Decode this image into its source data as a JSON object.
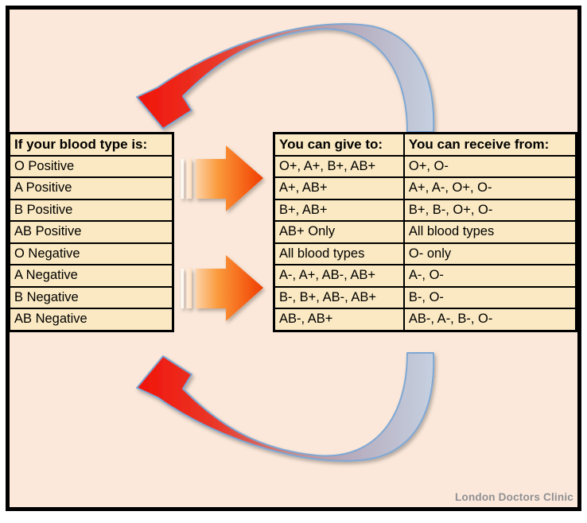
{
  "watermark": "London Doctors Clinic",
  "tables": {
    "left": {
      "header": "If your blood type is:",
      "rows": [
        "O Positive",
        "A Positive",
        "B Positive",
        "AB Positive",
        "O Negative",
        "A Negative",
        "B Negative",
        "AB Negative"
      ]
    },
    "right": {
      "give_header": "You can give to:",
      "receive_header": "You can receive from:",
      "rows": [
        {
          "give": "O+, A+, B+, AB+",
          "receive": "O+, O-"
        },
        {
          "give": "A+, AB+",
          "receive": "A+, A-, O+, O-"
        },
        {
          "give": "B+, AB+",
          "receive": "B+, B-, O+, O-"
        },
        {
          "give": "AB+ Only",
          "receive": "All blood types"
        },
        {
          "give": "All blood types",
          "receive": "O- only"
        },
        {
          "give": "A-, A+, AB-, AB+",
          "receive": "A-, O-"
        },
        {
          "give": "B-, B+, AB-, AB+",
          "receive": "B-, O-"
        },
        {
          "give": "AB-, AB+",
          "receive": "AB-, A-, B-, O-"
        }
      ]
    }
  },
  "icons": {
    "cycle_top": "curved-cycle-arrow-top",
    "cycle_bottom": "curved-cycle-arrow-bottom",
    "flow": "striped-right-arrow"
  },
  "colors": {
    "background": "#fbe8da",
    "cell_fill": "#fae9c2",
    "border": "#000000",
    "arrow_red": "#f11308",
    "arrow_steel": "#c6d2e2",
    "arrow_outline": "#7fa8d4",
    "flow_orange_tip": "#ef3f02",
    "watermark_gray": "#8f9094"
  }
}
